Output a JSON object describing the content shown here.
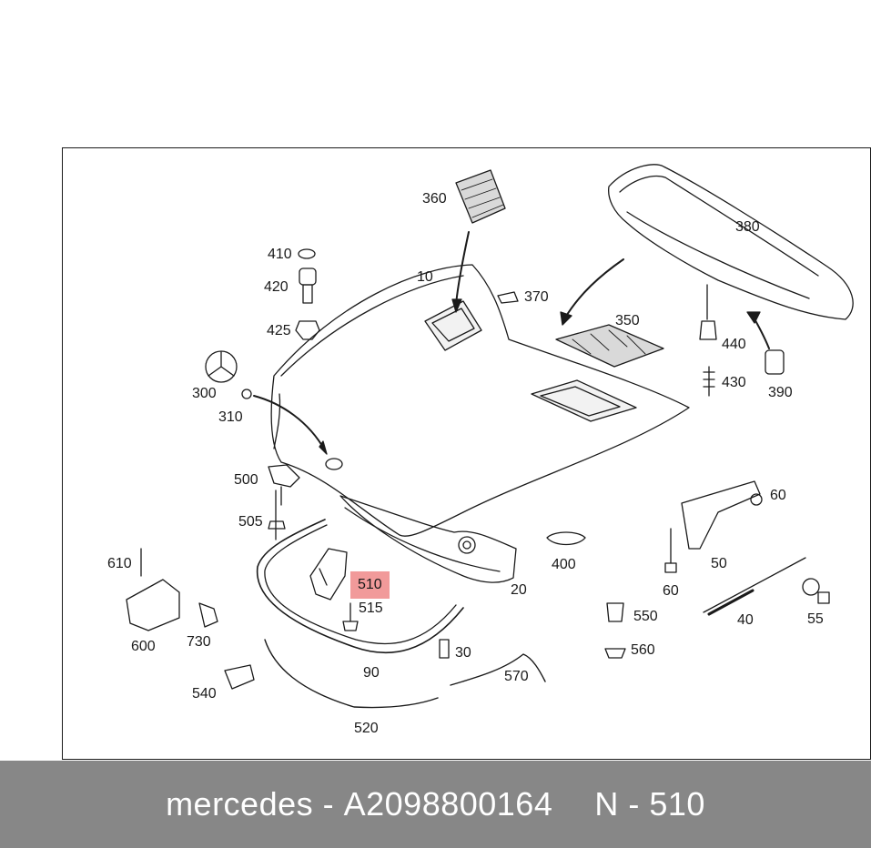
{
  "diagram": {
    "highlight_color": "#f19a9a",
    "labels": [
      {
        "id": "360",
        "text": "360"
      },
      {
        "id": "380",
        "text": "380"
      },
      {
        "id": "410",
        "text": "410"
      },
      {
        "id": "420",
        "text": "420"
      },
      {
        "id": "425",
        "text": "425"
      },
      {
        "id": "10",
        "text": "10"
      },
      {
        "id": "370",
        "text": "370"
      },
      {
        "id": "350",
        "text": "350"
      },
      {
        "id": "440",
        "text": "440"
      },
      {
        "id": "430",
        "text": "430"
      },
      {
        "id": "390",
        "text": "390"
      },
      {
        "id": "300",
        "text": "300"
      },
      {
        "id": "310",
        "text": "310"
      },
      {
        "id": "500",
        "text": "500"
      },
      {
        "id": "505",
        "text": "505"
      },
      {
        "id": "60a",
        "text": "60"
      },
      {
        "id": "400",
        "text": "400"
      },
      {
        "id": "50",
        "text": "50"
      },
      {
        "id": "610",
        "text": "610"
      },
      {
        "id": "510",
        "text": "510"
      },
      {
        "id": "515",
        "text": "515"
      },
      {
        "id": "20",
        "text": "20"
      },
      {
        "id": "60b",
        "text": "60"
      },
      {
        "id": "550",
        "text": "550"
      },
      {
        "id": "55",
        "text": "55"
      },
      {
        "id": "40",
        "text": "40"
      },
      {
        "id": "600",
        "text": "600"
      },
      {
        "id": "730",
        "text": "730"
      },
      {
        "id": "30",
        "text": "30"
      },
      {
        "id": "560",
        "text": "560"
      },
      {
        "id": "90",
        "text": "90"
      },
      {
        "id": "570",
        "text": "570"
      },
      {
        "id": "540",
        "text": "540"
      },
      {
        "id": "520",
        "text": "520"
      }
    ]
  },
  "footer": {
    "brand": "mercedes",
    "separator": " - ",
    "part_number": "A2098800164",
    "position_prefix": "N - ",
    "position": "510"
  }
}
